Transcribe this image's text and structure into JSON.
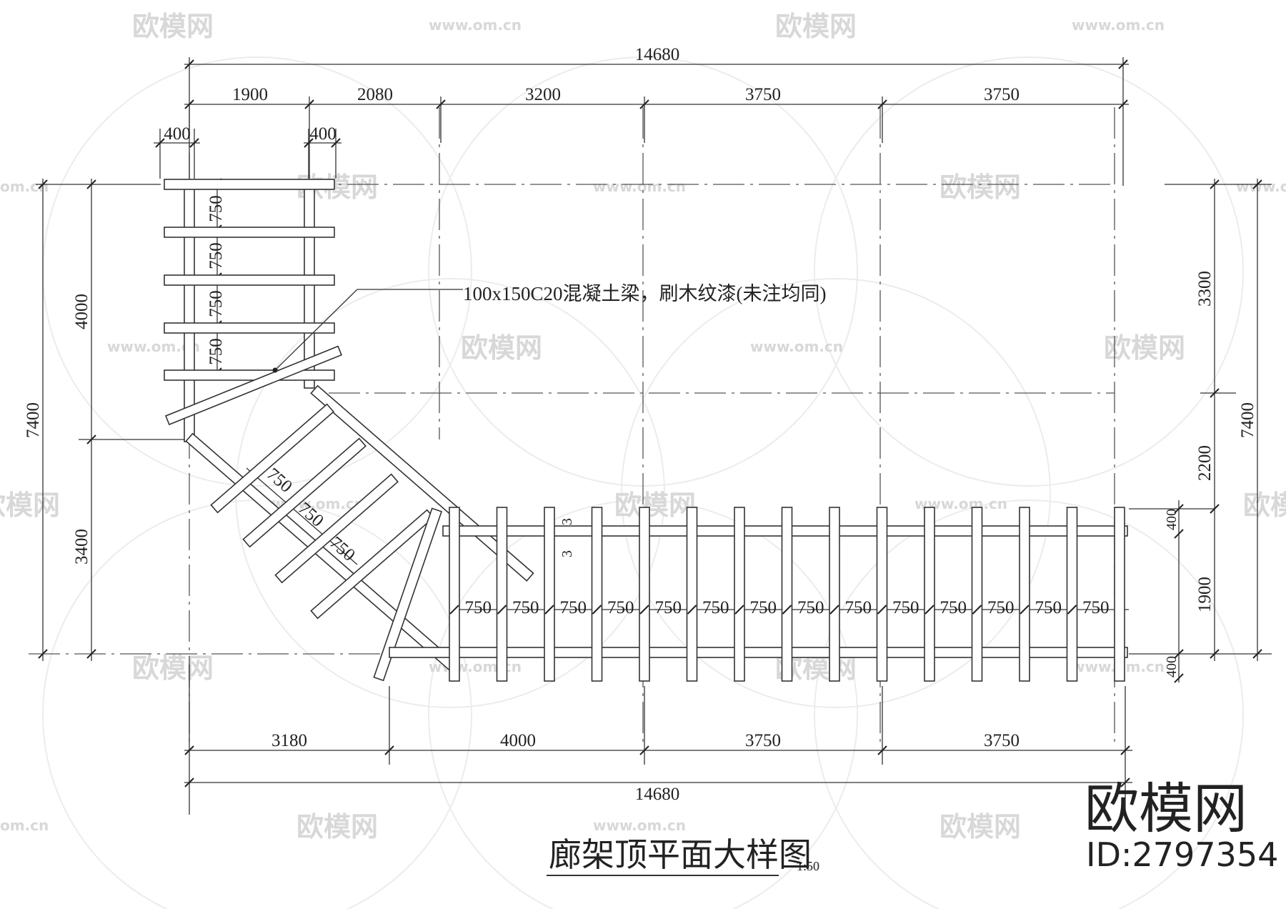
{
  "watermark": {
    "brand": "欧模网",
    "url": "www.om.cn",
    "url_partial": "om.cn"
  },
  "drawing": {
    "title": "廊架顶平面大样图",
    "scale": "1:50",
    "note": "100x150C20混凝土梁，刷木纹漆(未注均同)",
    "dimensions": {
      "top_total": "14680",
      "top_segments": [
        "1900",
        "2080",
        "3200",
        "3750",
        "3750"
      ],
      "top_small": [
        "400",
        "400"
      ],
      "bottom_total": "14680",
      "bottom_segments": [
        "3180",
        "4000",
        "3750",
        "3750"
      ],
      "left_total": "7400",
      "left_segments": [
        "4000",
        "3400"
      ],
      "right_total": "7400",
      "right_segments": [
        "3300",
        "2200",
        "400",
        "1900",
        "400"
      ],
      "vertical_spacing": [
        "750",
        "750",
        "750",
        "750"
      ],
      "diagonal_spacing": [
        "750",
        "750",
        "750"
      ],
      "horizontal_spacing": [
        "750",
        "750",
        "750",
        "750",
        "750",
        "750",
        "750",
        "750",
        "750",
        "750",
        "750",
        "750",
        "750",
        "750"
      ],
      "small_marks": [
        "3",
        "3"
      ]
    }
  },
  "brand": {
    "name": "欧模网",
    "id": "ID:2797354"
  }
}
